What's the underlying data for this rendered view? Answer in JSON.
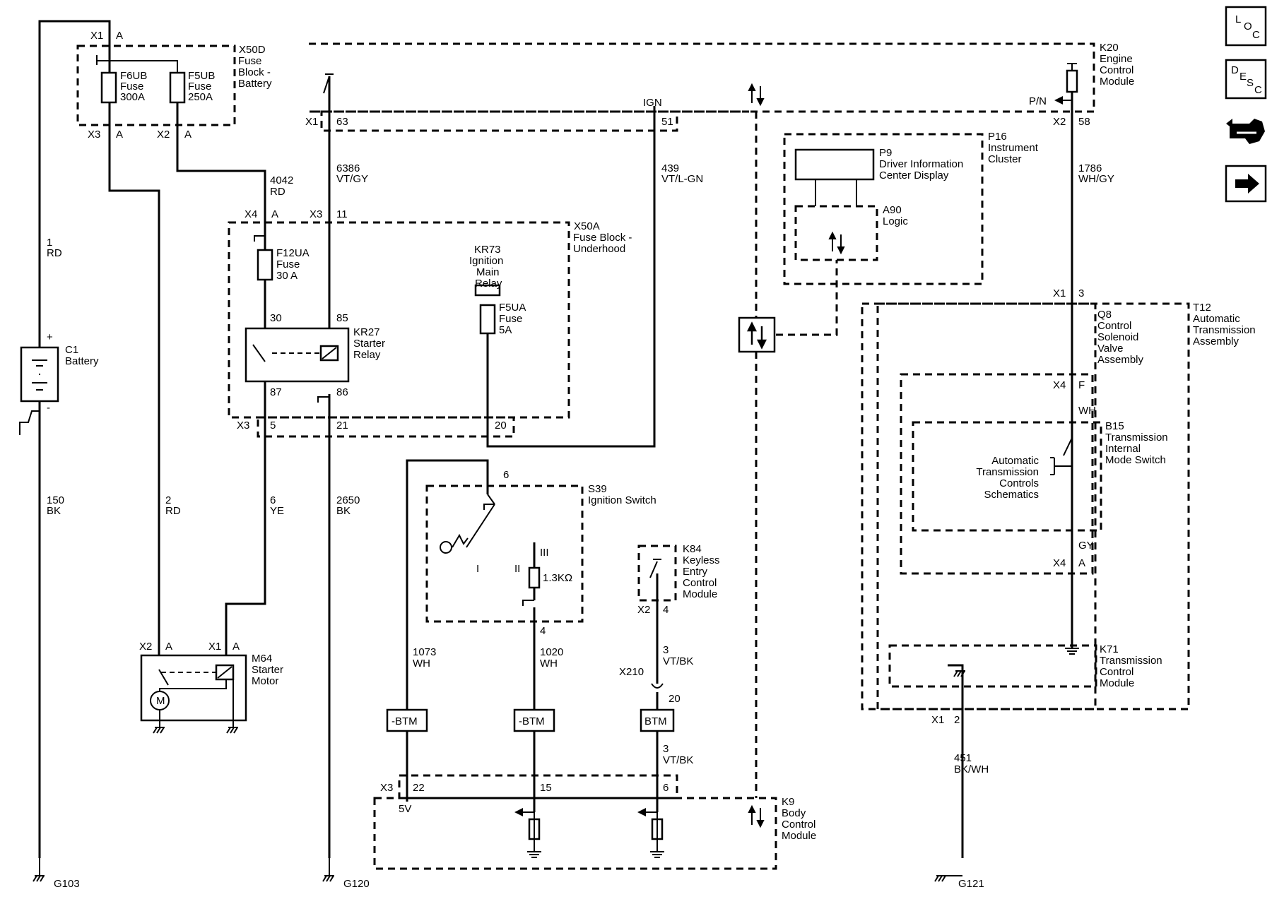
{
  "components": {
    "x50d": {
      "id": "X50D",
      "name": "Fuse Block - Battery"
    },
    "f6ub": {
      "id": "F6UB",
      "l1": "Fuse",
      "l2": "300A"
    },
    "f5ub": {
      "id": "F5UB",
      "l1": "Fuse",
      "l2": "250A"
    },
    "c1": {
      "id": "C1",
      "name": "Battery"
    },
    "x50a": {
      "id": "X50A",
      "name": "Fuse Block - Underhood"
    },
    "f12ua": {
      "id": "F12UA",
      "l1": "Fuse",
      "l2": "30 A"
    },
    "kr73": {
      "id": "KR73",
      "l1": "Ignition",
      "l2": "Main",
      "l3": "Relay"
    },
    "f5ua": {
      "id": "F5UA",
      "l1": "Fuse",
      "l2": "5A"
    },
    "kr27": {
      "id": "KR27",
      "l1": "Starter",
      "l2": "Relay"
    },
    "m64": {
      "id": "M64",
      "l1": "Starter",
      "l2": "Motor",
      "symbol": "M"
    },
    "k20": {
      "id": "K20",
      "l1": "Engine",
      "l2": "Control",
      "l3": "Module"
    },
    "p16": {
      "id": "P16",
      "l1": "Instrument",
      "l2": "Cluster"
    },
    "p9": {
      "id": "P9",
      "l1": "Driver Information",
      "l2": "Center Display"
    },
    "a90": {
      "id": "A90",
      "l1": "Logic"
    },
    "s39": {
      "id": "S39",
      "l1": "Ignition Switch",
      "resistor": "1.3KΩ",
      "pos1": "I",
      "pos2": "II",
      "pos3": "III"
    },
    "k84": {
      "id": "K84",
      "l1": "Keyless",
      "l2": "Entry",
      "l3": "Control",
      "l4": "Module"
    },
    "k9": {
      "id": "K9",
      "l1": "Body",
      "l2": "Control",
      "l3": "Module",
      "v5": "5V"
    },
    "t12": {
      "id": "T12",
      "l1": "Automatic",
      "l2": "Transmission",
      "l3": "Assembly"
    },
    "q8": {
      "id": "Q8",
      "l1": "Control",
      "l2": "Solenoid",
      "l3": "Valve",
      "l4": "Assembly"
    },
    "b15": {
      "id": "B15",
      "l1": "Transmission",
      "l2": "Internal",
      "l3": "Mode Switch"
    },
    "atc": {
      "l1": "Automatic",
      "l2": "Transmission",
      "l3": "Controls",
      "l4": "Schematics"
    },
    "k71": {
      "id": "K71",
      "l1": "Transmission",
      "l2": "Control",
      "l3": "Module"
    }
  },
  "connectors": {
    "x1_top": {
      "c": "X1",
      "p": "A"
    },
    "x3_50d": {
      "c": "X3",
      "p": "A"
    },
    "x2_50d": {
      "c": "X2",
      "p": "A"
    },
    "k20_x1": {
      "c": "X1",
      "p": "63"
    },
    "k20_51": {
      "p": "51"
    },
    "ign": "IGN",
    "pn": "P/N",
    "k20_x2": {
      "c": "X2",
      "p": "58"
    },
    "x4_50a": {
      "c": "X4",
      "p": "A"
    },
    "x3_50a": {
      "c": "X3",
      "p": "11"
    },
    "kr27_30": "30",
    "kr27_85": "85",
    "kr27_87": "87",
    "kr27_86": "86",
    "x3_bot": {
      "c": "X3",
      "p1": "5",
      "p2": "21",
      "p3": "20"
    },
    "m64_x2": {
      "c": "X2",
      "p": "A"
    },
    "m64_x1": {
      "c": "X1",
      "p": "A"
    },
    "s39_6": "6",
    "s39_4": "4",
    "k84_x2": {
      "c": "X2",
      "p": "4"
    },
    "x210": {
      "c": "X210",
      "p": "20"
    },
    "k9_x3": {
      "c": "X3",
      "p1": "22",
      "p2": "15",
      "p3": "6"
    },
    "t12_x1": {
      "c": "X1",
      "p": "3"
    },
    "t12_x4f": {
      "c": "X4",
      "p": "F"
    },
    "t12_x4a": {
      "c": "X4",
      "p": "A"
    },
    "k71_x1": {
      "c": "X1",
      "p": "2"
    }
  },
  "wires": {
    "w1": {
      "n": "1",
      "c": "RD"
    },
    "w150": {
      "n": "150",
      "c": "BK"
    },
    "w2": {
      "n": "2",
      "c": "RD"
    },
    "w4042": {
      "n": "4042",
      "c": "RD"
    },
    "w6": {
      "n": "6",
      "c": "YE"
    },
    "w6386": {
      "n": "6386",
      "c": "VT/GY"
    },
    "w2650": {
      "n": "2650",
      "c": "BK"
    },
    "w439": {
      "n": "439",
      "c": "VT/L-GN"
    },
    "w1786": {
      "n": "1786",
      "c": "WH/GY"
    },
    "w1073": {
      "n": "1073",
      "c": "WH"
    },
    "w1020": {
      "n": "1020",
      "c": "WH"
    },
    "w3a": {
      "n": "3",
      "c": "VT/BK"
    },
    "w3b": {
      "n": "3",
      "c": "VT/BK"
    },
    "w451": {
      "n": "451",
      "c": "BK/WH"
    },
    "wh": "WH",
    "gy": "GY"
  },
  "btm": {
    "b1": "-BTM",
    "b2": "-BTM",
    "b3": "BTM"
  },
  "grounds": {
    "g103": "G103",
    "g120": "G120",
    "g121": "G121"
  },
  "nav": {
    "loc": {
      "a": "L",
      "b": "O",
      "c": "C"
    },
    "desc": {
      "a": "D",
      "b": "E",
      "c": "S",
      "d": "C"
    }
  }
}
